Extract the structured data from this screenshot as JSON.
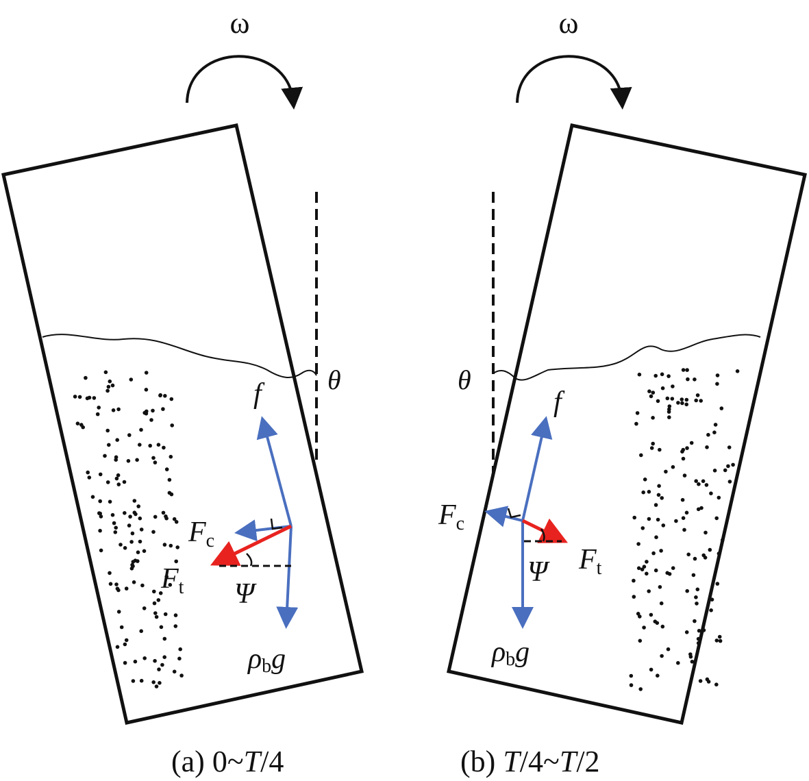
{
  "panels": [
    {
      "id": "a",
      "rotation_label": "ω",
      "angle_label": "θ",
      "psi_label": "Ψ",
      "force_f": "f",
      "force_fc_main": "F",
      "force_fc_sub": "c",
      "force_ft_main": "F",
      "force_ft_sub": "t",
      "weight_rho": "ρ",
      "weight_sub": "b",
      "weight_g": "g",
      "caption_prefix": "(a) 0~",
      "caption_italic": "T",
      "caption_suffix": "/4"
    },
    {
      "id": "b",
      "rotation_label": "ω",
      "angle_label": "θ",
      "psi_label": "Ψ",
      "force_f": "f",
      "force_fc_main": "F",
      "force_fc_sub": "c",
      "force_ft_main": "F",
      "force_ft_sub": "t",
      "weight_rho": "ρ",
      "weight_sub": "b",
      "weight_g": "g",
      "caption_prefix": "(b) ",
      "caption_italic": "T",
      "caption_suffix": "/4~",
      "caption_italic2": "T",
      "caption_suffix2": "/2"
    }
  ],
  "colors": {
    "force": "#4a6fbf",
    "tension": "#e8231f",
    "outline": "#111111"
  }
}
